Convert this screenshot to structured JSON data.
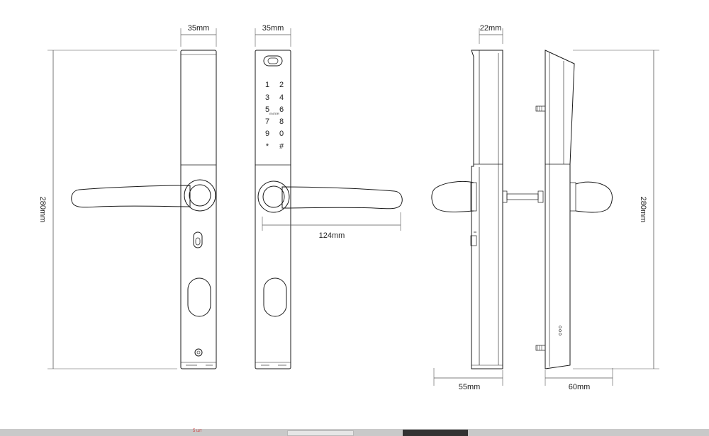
{
  "front_plate": {
    "width_label": "35mm",
    "height_label": "280mm"
  },
  "keypad_plate": {
    "width_label": "35mm",
    "handle_length_label": "124mm",
    "keys": [
      "1",
      "2",
      "3",
      "4",
      "5",
      "6",
      "7",
      "8",
      "9",
      "0",
      "*",
      "#"
    ],
    "enter_label": "ENTER"
  },
  "side_view_left": {
    "depth_label": "22mm",
    "base_label": "55mm"
  },
  "side_view_right": {
    "height_label": "280mm",
    "base_label": "60mm"
  },
  "bottom_strip": {
    "red_text": "5 шт"
  }
}
